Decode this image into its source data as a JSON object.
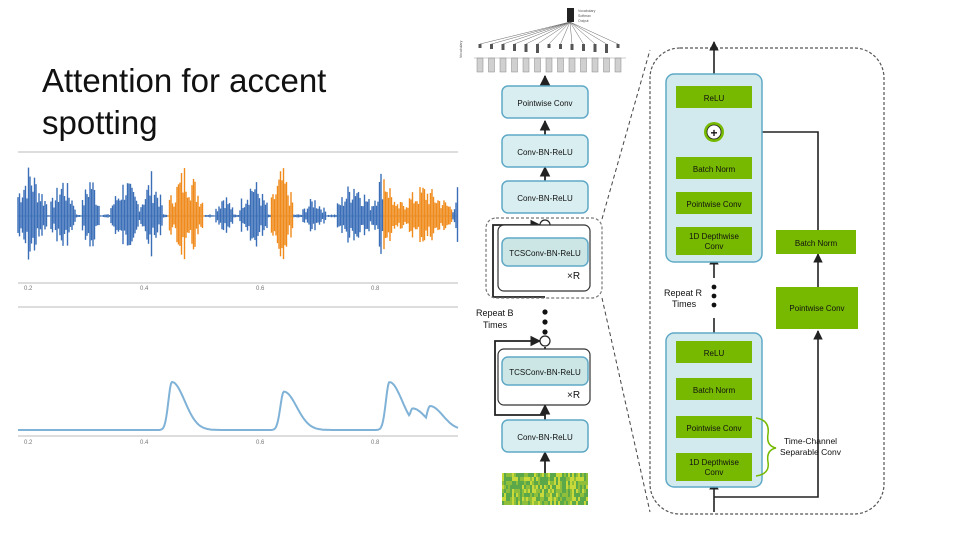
{
  "slide": {
    "title": "Attention for accent spotting"
  },
  "colors": {
    "block_green": "#76b900",
    "block_teal": "#d9eef1",
    "arrow": "#222222",
    "waveform_blue": "#3a6fb8",
    "waveform_orange": "#f08a1a",
    "attention_line": "#7fb2d6"
  },
  "waveform_plot": {
    "x_ticks": [
      "0.2",
      "0.4",
      "0.6",
      "0.8"
    ],
    "highlight_segments": [
      [
        0.448,
        0.512
      ],
      [
        0.625,
        0.665
      ],
      [
        0.82,
        0.938
      ]
    ]
  },
  "attention_plot": {
    "x_ticks": [
      "0.2",
      "0.4",
      "0.6",
      "0.8"
    ],
    "peaks": [
      {
        "x": 0.455,
        "amp": 1.0
      },
      {
        "x": 0.648,
        "amp": 0.8
      },
      {
        "x": 0.83,
        "amp": 1.0
      },
      {
        "x": 0.87,
        "amp": 0.45
      },
      {
        "x": 0.9,
        "amp": 0.5
      }
    ]
  },
  "main_stack": {
    "output_labels": [
      "Vocabulary",
      "Softmax",
      "Output"
    ],
    "pointwise_conv": "Pointwise Conv",
    "conv_bn_relu_top": "Conv-BN-ReLU",
    "conv_bn_relu_mid": "Conv-BN-ReLU",
    "tcs_block_top": "TCSConv-BN-ReLU",
    "tcs_repeat_top": "×R",
    "repeat_b_line1": "Repeat B",
    "repeat_b_line2": "Times",
    "tcs_block_bottom": "TCSConv-BN-ReLU",
    "tcs_repeat_bottom": "×R",
    "conv_bn_relu_bottom": "Conv-BN-ReLU"
  },
  "detail": {
    "top_relu": "ReLU",
    "top_batch_norm": "Batch Norm",
    "top_pointwise": "Pointwise Conv",
    "top_depthwise_line1": "1D Depthwise",
    "top_depthwise_line2": "Conv",
    "repeat_r_line1": "Repeat R",
    "repeat_r_line2": "Times",
    "bottom_relu": "ReLU",
    "bottom_batch_norm": "Batch Norm",
    "bottom_pointwise": "Pointwise Conv",
    "bottom_depthwise_line1": "1D Depthwise",
    "bottom_depthwise_line2": "Conv",
    "residual_batch_norm": "Batch Norm",
    "residual_pointwise": "Pointwise Conv",
    "tcs_label_line1": "Time-Channel",
    "tcs_label_line2": "Separable Conv",
    "add_symbol": "+"
  }
}
